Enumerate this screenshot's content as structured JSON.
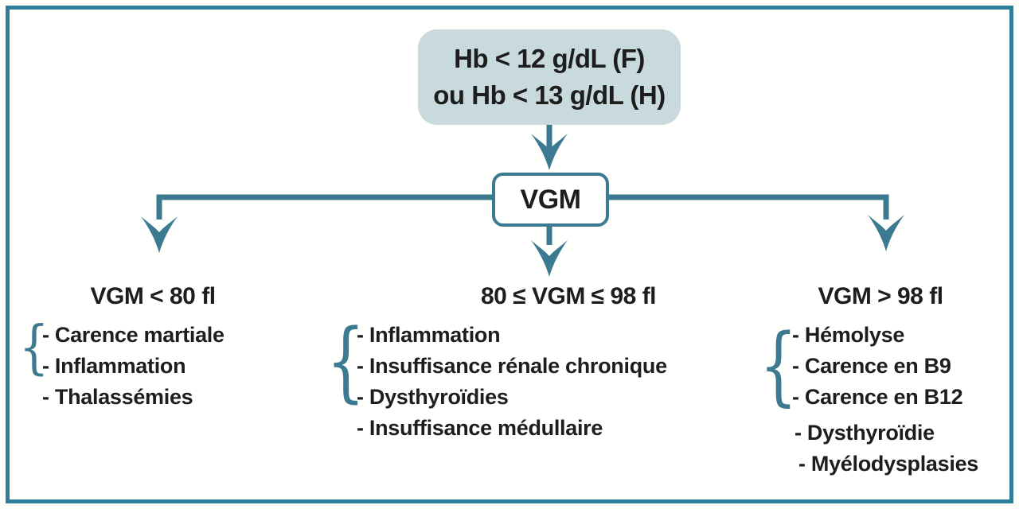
{
  "root_box": {
    "line1": "Hb < 12 g/dL (F)",
    "line2": "ou Hb < 13 g/dL (H)"
  },
  "decision_box": {
    "label": "VGM"
  },
  "brace_glyph": "{",
  "branches": [
    {
      "heading": "VGM < 80 fl",
      "brace_spans_items": 2,
      "items": [
        "- Carence martiale",
        "- Inflammation",
        "- Thalassémies"
      ]
    },
    {
      "heading": "80 ≤ VGM ≤ 98 fl",
      "brace_spans_items": 3,
      "items": [
        "- Inflammation",
        "- Insuffisance rénale chronique",
        "- Dysthyroïdies",
        "- Insuffisance médullaire"
      ]
    },
    {
      "heading": "VGM > 98 fl",
      "brace_spans_items": 3,
      "items": [
        "- Hémolyse",
        "- Carence en B9",
        "- Carence en B12",
        "- Dysthyroïdie",
        "- Myélodysplasies"
      ]
    }
  ],
  "colors": {
    "accent_teal": "#3b7a90",
    "frame_border": "#317e9a",
    "root_box_fill": "#c8dade",
    "text": "#1d1d1d"
  }
}
